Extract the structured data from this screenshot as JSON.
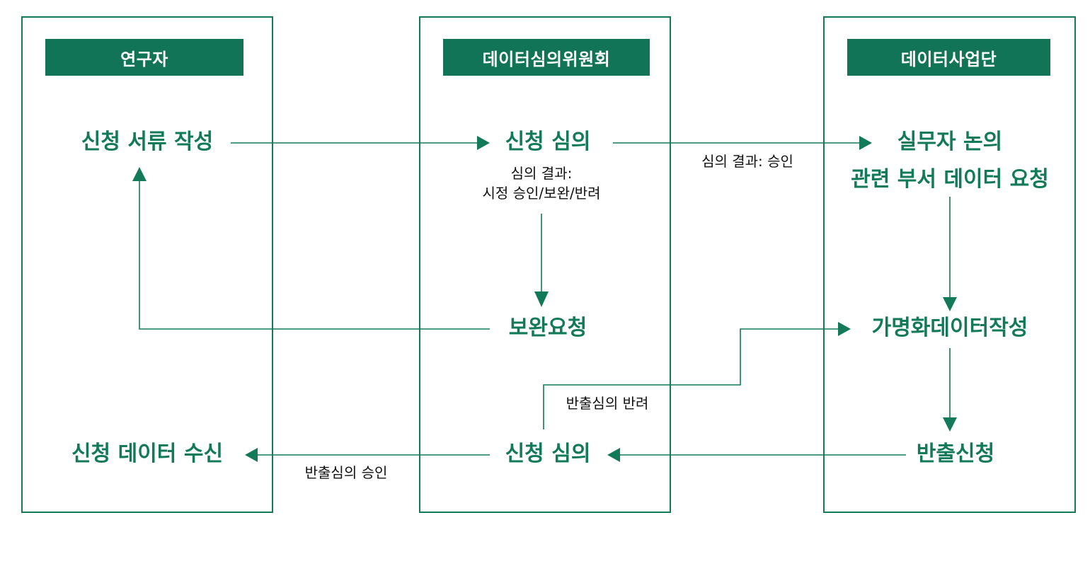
{
  "lanes": {
    "researcher": {
      "title": "연구자"
    },
    "committee": {
      "title": "데이터심의위원회"
    },
    "business": {
      "title": "데이터사업단"
    }
  },
  "steps": {
    "write_application": "신청 서류 작성",
    "review_application": "신청 심의",
    "practitioner_discussion": "실무자 논의",
    "request_dept_data": "관련 부서 데이터 요청",
    "supplement_request": "보완요청",
    "create_pseudonymized_data": "가명화데이터작성",
    "receive_data": "신청 데이터 수신",
    "review_export": "신청 심의",
    "export_application": "반출신청"
  },
  "notes": {
    "review_result_line1": "심의 결과:",
    "review_result_line2": "시정 승인/보완/반려",
    "review_result_approved": "심의 결과: 승인",
    "export_rejected": "반출심의 반려",
    "export_approved": "반출심의 승인"
  },
  "colors": {
    "accent": "#127a59",
    "header_bg": "#127457",
    "note_text": "#111111"
  }
}
